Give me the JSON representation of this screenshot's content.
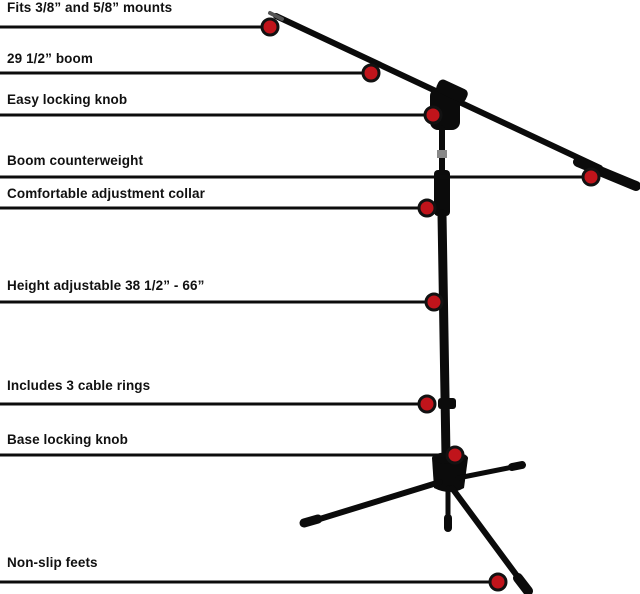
{
  "colors": {
    "stand": "#0b0b0b",
    "leader_line": "#0c0c0c",
    "dot_fill": "#c0141b",
    "dot_ring": "#121212",
    "label_text": "#111111",
    "background": "#ffffff"
  },
  "callouts": [
    {
      "id": "mounts",
      "label": "Fits 3/8” and 5/8” mounts"
    },
    {
      "id": "boom",
      "label": "29 1/2” boom"
    },
    {
      "id": "locking-knob",
      "label": "Easy locking knob"
    },
    {
      "id": "counterweight",
      "label": "Boom counterweight"
    },
    {
      "id": "collar",
      "label": "Comfortable adjustment collar"
    },
    {
      "id": "height",
      "label": "Height adjustable 38 1/2” - 66”"
    },
    {
      "id": "cable-rings",
      "label": "Includes 3 cable rings"
    },
    {
      "id": "base-knob",
      "label": "Base locking knob"
    },
    {
      "id": "feet",
      "label": "Non-slip feets"
    }
  ]
}
